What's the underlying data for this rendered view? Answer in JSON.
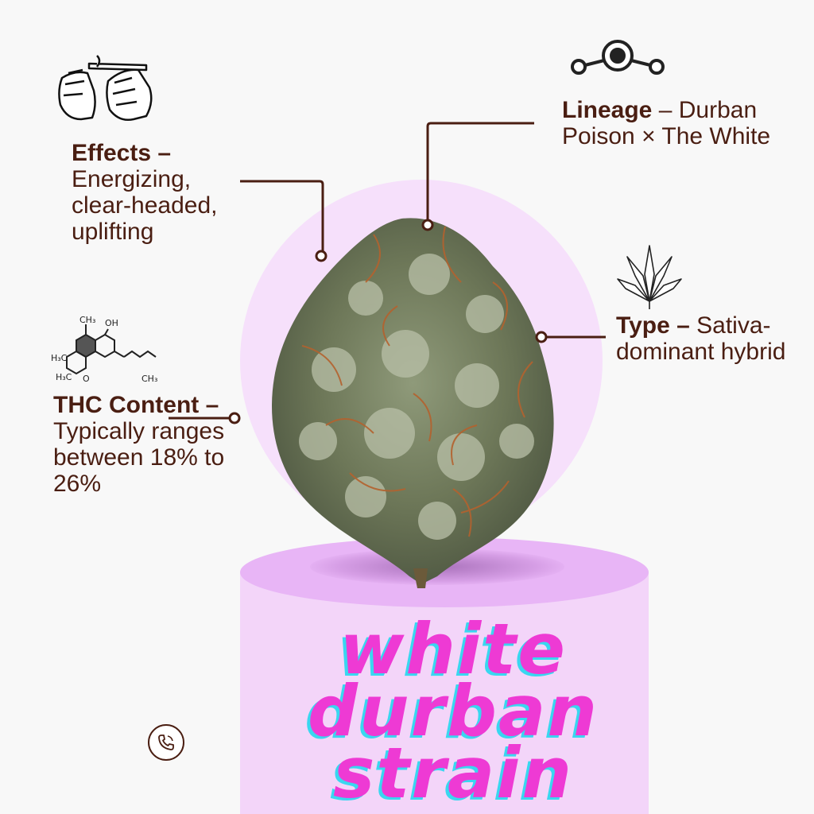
{
  "effects": {
    "heading": "Effects –",
    "text": "Energizing, clear-headed, uplifting",
    "icon": "hands-rolling-joint-icon"
  },
  "lineage": {
    "heading": "Lineage",
    "text": "– Durban Poison × The White",
    "icon": "lineage-nodes-icon"
  },
  "type": {
    "heading": "Type –",
    "text": "Sativa-dominant hybrid",
    "icon": "cannabis-leaf-icon"
  },
  "thc": {
    "heading": "THC Content –",
    "text": "Typically ranges between 18% to 26%",
    "icon": "thc-molecule-icon",
    "molecule_labels": [
      "CH₃",
      "OH",
      "H₃C",
      "H₃C",
      "O",
      "CH₃"
    ]
  },
  "title": {
    "line1": "white",
    "line2": "durban",
    "line3": "strain"
  },
  "phone": {
    "icon": "phone-icon"
  },
  "colors": {
    "text": "#4a1e12",
    "title": "#ee3ad4",
    "title_shadow": "#39d7f0",
    "circle": "#f6e0fb",
    "pedestal": "#f3d5f9"
  }
}
